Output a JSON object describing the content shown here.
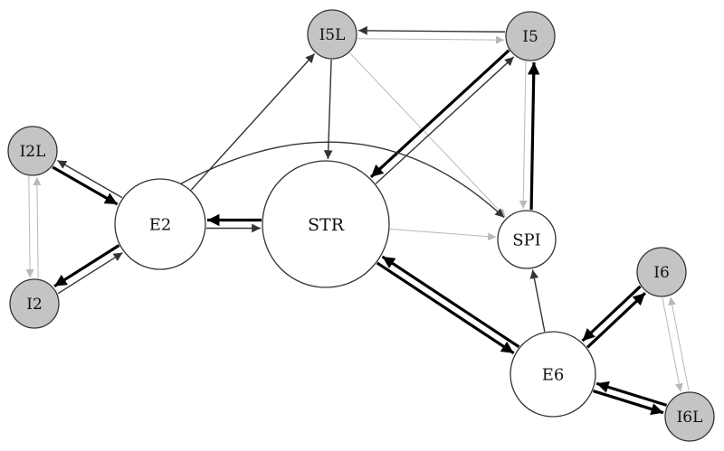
{
  "colors": {
    "gray_node": "#c4c4c4",
    "white_node": "#ffffff",
    "node_stroke": "#333333",
    "edge_strong": "#000000",
    "edge_medium": "#333333",
    "edge_faint": "#b8b8b8"
  },
  "nodes": [
    {
      "id": "I5L",
      "label": "I5L",
      "fill": "gray"
    },
    {
      "id": "I5",
      "label": "I5",
      "fill": "gray"
    },
    {
      "id": "I2L",
      "label": "I2L",
      "fill": "gray"
    },
    {
      "id": "E2",
      "label": "E2",
      "fill": "white"
    },
    {
      "id": "STR",
      "label": "STR",
      "fill": "white"
    },
    {
      "id": "SPI",
      "label": "SPI",
      "fill": "white"
    },
    {
      "id": "I2",
      "label": "I2",
      "fill": "gray"
    },
    {
      "id": "I6",
      "label": "I6",
      "fill": "gray"
    },
    {
      "id": "E6",
      "label": "E6",
      "fill": "white"
    },
    {
      "id": "I6L",
      "label": "I6L",
      "fill": "gray"
    }
  ],
  "edges": [
    {
      "from": "I5L",
      "to": "I5",
      "weight": "faint"
    },
    {
      "from": "I5",
      "to": "I5L",
      "weight": "medium"
    },
    {
      "from": "E2",
      "to": "I5L",
      "weight": "medium"
    },
    {
      "from": "I5L",
      "to": "STR",
      "weight": "medium"
    },
    {
      "from": "I5L",
      "to": "SPI",
      "weight": "faint"
    },
    {
      "from": "STR",
      "to": "I5",
      "weight": "medium"
    },
    {
      "from": "I5",
      "to": "STR",
      "weight": "strong"
    },
    {
      "from": "SPI",
      "to": "I5",
      "weight": "strong"
    },
    {
      "from": "I5",
      "to": "SPI",
      "weight": "faint"
    },
    {
      "from": "I2L",
      "to": "E2",
      "weight": "strong"
    },
    {
      "from": "E2",
      "to": "I2L",
      "weight": "medium"
    },
    {
      "from": "I2L",
      "to": "I2",
      "weight": "faint"
    },
    {
      "from": "I2",
      "to": "I2L",
      "weight": "faint"
    },
    {
      "from": "I2",
      "to": "E2",
      "weight": "medium"
    },
    {
      "from": "E2",
      "to": "I2",
      "weight": "strong"
    },
    {
      "from": "E2",
      "to": "STR",
      "weight": "medium"
    },
    {
      "from": "STR",
      "to": "E2",
      "weight": "strong"
    },
    {
      "from": "E2",
      "to": "SPI",
      "weight": "medium",
      "curved": true
    },
    {
      "from": "STR",
      "to": "SPI",
      "weight": "faint"
    },
    {
      "from": "STR",
      "to": "E6",
      "weight": "strong"
    },
    {
      "from": "E6",
      "to": "STR",
      "weight": "strong"
    },
    {
      "from": "E6",
      "to": "SPI",
      "weight": "medium"
    },
    {
      "from": "E6",
      "to": "I6",
      "weight": "strong"
    },
    {
      "from": "I6",
      "to": "E6",
      "weight": "strong"
    },
    {
      "from": "I6L",
      "to": "E6",
      "weight": "strong"
    },
    {
      "from": "E6",
      "to": "I6L",
      "weight": "strong"
    },
    {
      "from": "I6",
      "to": "I6L",
      "weight": "faint"
    },
    {
      "from": "I6L",
      "to": "I6",
      "weight": "faint"
    }
  ]
}
